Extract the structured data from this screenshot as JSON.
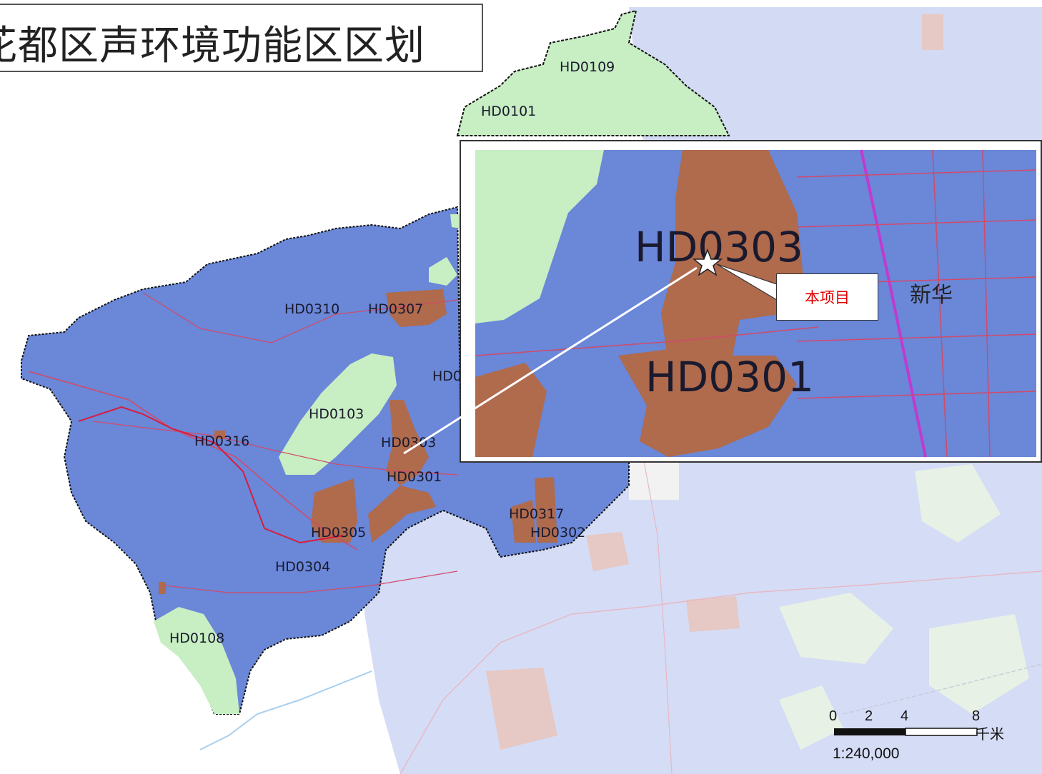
{
  "title": "花都区声环境功能区区划",
  "zones": {
    "HD0109": "HD0109",
    "HD0101": "HD0101",
    "HD0310": "HD0310",
    "HD0307": "HD0307",
    "HD0103": "HD0103",
    "HD0316": "HD0316",
    "HD0303": "HD0303",
    "HD0301": "HD0301",
    "HD0305": "HD0305",
    "HD0304": "HD0304",
    "HD0317": "HD0317",
    "HD0302": "HD0302",
    "HD0108": "HD0108",
    "HD0": "HD0"
  },
  "inset": {
    "label_a": "HD0303",
    "label_b": "HD0301",
    "place_name": "新华",
    "callout": "本项目"
  },
  "scalebar": {
    "ticks": [
      "0",
      "2",
      "4",
      "8"
    ],
    "unit": "千米",
    "ratio": "1:240,000"
  },
  "colors": {
    "class1_green": "#c8eec3",
    "class2_blue": "#6a87d8",
    "class3_orange": "#b06a4c",
    "outside_lightblue": "#d5dcf5",
    "road_red": "#d24a6a",
    "callout_text": "#e00000"
  }
}
